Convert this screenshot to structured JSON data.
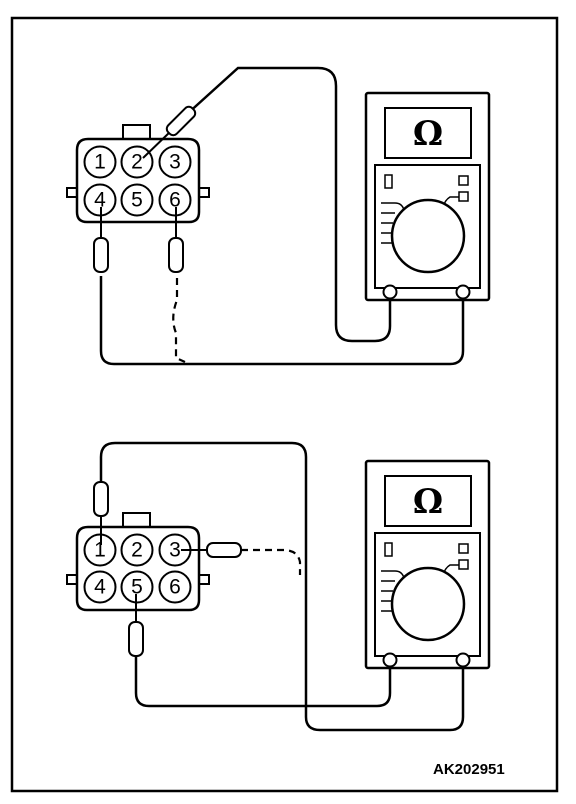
{
  "figure": {
    "code": "AK202951"
  },
  "diagrams": [
    {
      "pins": [
        "1",
        "2",
        "3",
        "4",
        "5",
        "6"
      ],
      "probed_pins": [
        "2",
        "4",
        "6"
      ],
      "meter_symbol": "Ω"
    },
    {
      "pins": [
        "1",
        "2",
        "3",
        "4",
        "5",
        "6"
      ],
      "probed_pins": [
        "1",
        "3",
        "5"
      ],
      "meter_symbol": "Ω"
    }
  ],
  "colors": {
    "ink": "#000000",
    "background": "#ffffff"
  },
  "icons": [
    "connector-icon",
    "multimeter-icon",
    "probe-icon"
  ]
}
